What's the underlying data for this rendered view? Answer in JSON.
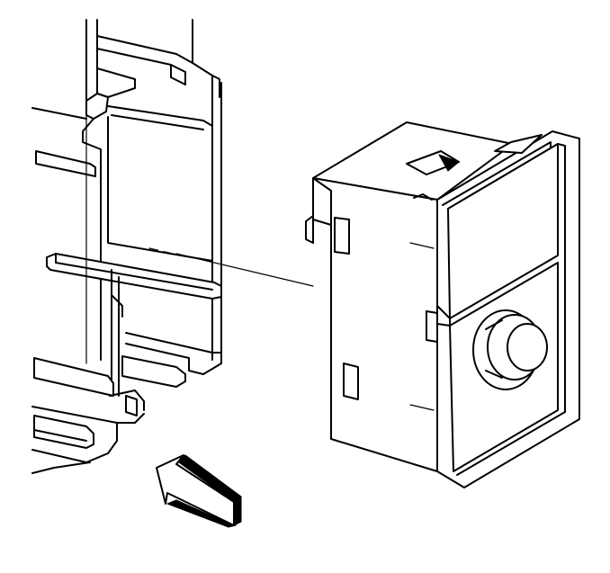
{
  "diagram": {
    "type": "technical-line-illustration",
    "parts": [
      "bezel-housing",
      "switch-module",
      "alignment-line",
      "install-arrow"
    ],
    "colors": {
      "line": "#000000",
      "background": "#ffffff"
    }
  }
}
